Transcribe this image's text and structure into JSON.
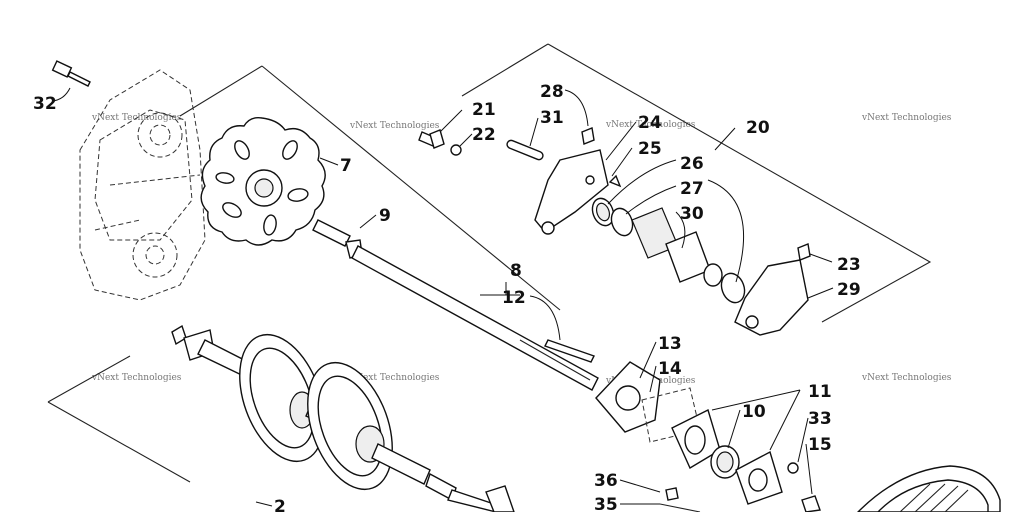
{
  "watermark_text": "vNext Technologies",
  "callouts": {
    "c2": "2",
    "c7": "7",
    "c8": "8",
    "c9": "9",
    "c10": "10",
    "c11": "11",
    "c12": "12",
    "c13": "13",
    "c14": "14",
    "c15": "15",
    "c20": "20",
    "c21": "21",
    "c22": "22",
    "c23": "23",
    "c24": "24",
    "c25": "25",
    "c26": "26",
    "c27": "27",
    "c28": "28",
    "c29": "29",
    "c30": "30",
    "c31": "31",
    "c32": "32",
    "c33": "33",
    "c35": "35",
    "c36": "36"
  }
}
